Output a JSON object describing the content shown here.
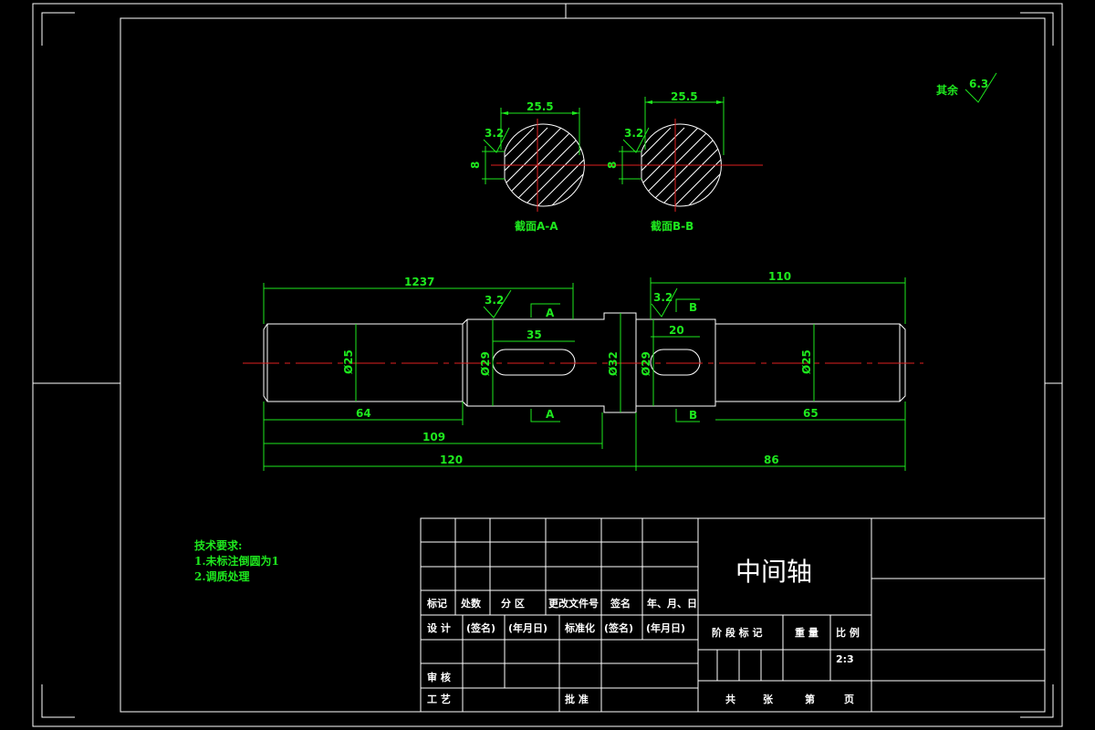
{
  "drawing": {
    "part_name": "中间轴",
    "scale": "2:3",
    "general_roughness": {
      "label": "其余",
      "value": "6.3"
    },
    "sections": [
      {
        "label": "截面A-A",
        "width_dim": "25.5",
        "roughness": "3.2",
        "key_dim": "8"
      },
      {
        "label": "截面B-B",
        "width_dim": "25.5",
        "roughness": "3.2",
        "key_dim": "8"
      }
    ],
    "shaft_dims": {
      "top_left": "1237",
      "top_right": "110",
      "key_a_len": "35",
      "key_b_len": "20",
      "dia_left": "Ø25",
      "dia_mid_left": "Ø29",
      "dia_collar": "Ø32",
      "dia_mid_right": "Ø29",
      "dia_right": "Ø25",
      "bottom_64": "64",
      "bottom_109": "109",
      "bottom_120": "120",
      "bottom_65": "65",
      "bottom_86": "86",
      "roughness_a": "3.2",
      "roughness_b": "3.2",
      "section_a": "A",
      "section_b": "B"
    },
    "notes": {
      "heading": "技术要求:",
      "items": [
        "1.未标注倒圆为1",
        "2.调质处理"
      ]
    }
  },
  "title_block": {
    "row_labels": [
      "标记",
      "处数",
      "分 区",
      "更改文件号",
      "签名",
      "年、月、日"
    ],
    "design_row": [
      "设 计",
      "(签名)",
      "(年月日)",
      "标准化",
      "(签名)",
      "(年月日)"
    ],
    "stage_labels": [
      "阶 段 标 记",
      "重 量",
      "比 例"
    ],
    "review": "审 核",
    "process": "工 艺",
    "approve": "批 准",
    "sheet_labels": [
      "共",
      "张",
      "第",
      "页"
    ]
  }
}
